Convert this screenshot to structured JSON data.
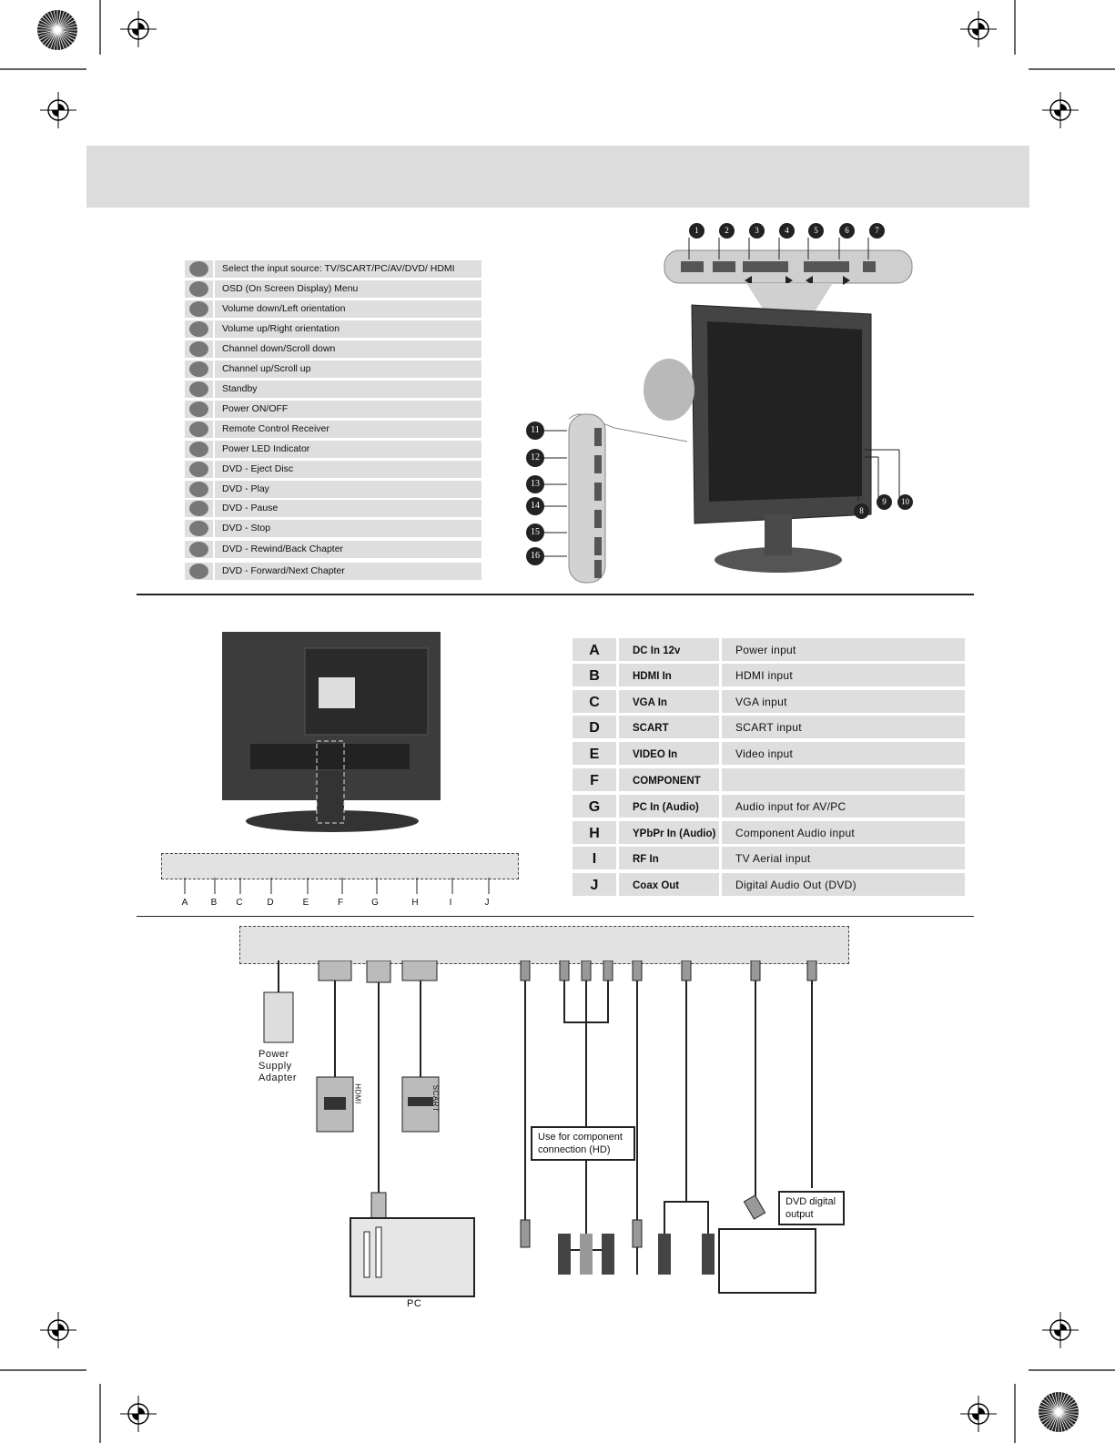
{
  "controls": [
    {
      "label": "Select the input source: TV/SCART/PC/AV/DVD/ HDMI"
    },
    {
      "label": "OSD (On Screen Display) Menu"
    },
    {
      "label": "Volume down/Left orientation"
    },
    {
      "label": "Volume up/Right orientation"
    },
    {
      "label": "Channel down/Scroll down"
    },
    {
      "label": "Channel up/Scroll up"
    },
    {
      "label": "Standby"
    },
    {
      "label": "Power ON/OFF"
    },
    {
      "label": "Remote Control Receiver"
    },
    {
      "label": "Power LED Indicator"
    },
    {
      "label": "DVD - Eject Disc"
    },
    {
      "label": "DVD - Play"
    },
    {
      "label": "DVD - Pause"
    },
    {
      "label": "DVD - Stop"
    },
    {
      "label": "DVD - Rewind/Back Chapter"
    },
    {
      "label": "DVD - Forward/Next Chapter"
    }
  ],
  "top_callouts": [
    "1",
    "2",
    "3",
    "4",
    "5",
    "6",
    "7"
  ],
  "side_callouts": [
    "11",
    "12",
    "13",
    "14",
    "15",
    "16"
  ],
  "front_callouts": [
    "8",
    "9",
    "10"
  ],
  "connections": [
    {
      "id": "A",
      "name": "DC In 12v",
      "desc": "Power input"
    },
    {
      "id": "B",
      "name": "HDMI In",
      "desc": "HDMI input"
    },
    {
      "id": "C",
      "name": "VGA In",
      "desc": "VGA input"
    },
    {
      "id": "D",
      "name": "SCART",
      "desc": "SCART input"
    },
    {
      "id": "E",
      "name": "VIDEO In",
      "desc": "Video input"
    },
    {
      "id": "F",
      "name": "COMPONENT",
      "desc": ""
    },
    {
      "id": "G",
      "name": "PC In (Audio)",
      "desc": "Audio input for AV/PC"
    },
    {
      "id": "H",
      "name": "YPbPr In (Audio)",
      "desc": "Component Audio input"
    },
    {
      "id": "I",
      "name": "RF In",
      "desc": "TV Aerial input"
    },
    {
      "id": "J",
      "name": "Coax Out",
      "desc": "Digital Audio Out (DVD)"
    }
  ],
  "port_letters": [
    "A",
    "B",
    "C",
    "D",
    "E",
    "F",
    "G",
    "H",
    "I",
    "J"
  ],
  "diagram": {
    "power_supply": "Power\nSupply\nAdapter",
    "hdmi_plug": "HDMI",
    "scart_plug": "SCART",
    "pc": "PC",
    "component_note": "Use for component connection (HD)",
    "dvd_digital": "DVD digital output"
  }
}
